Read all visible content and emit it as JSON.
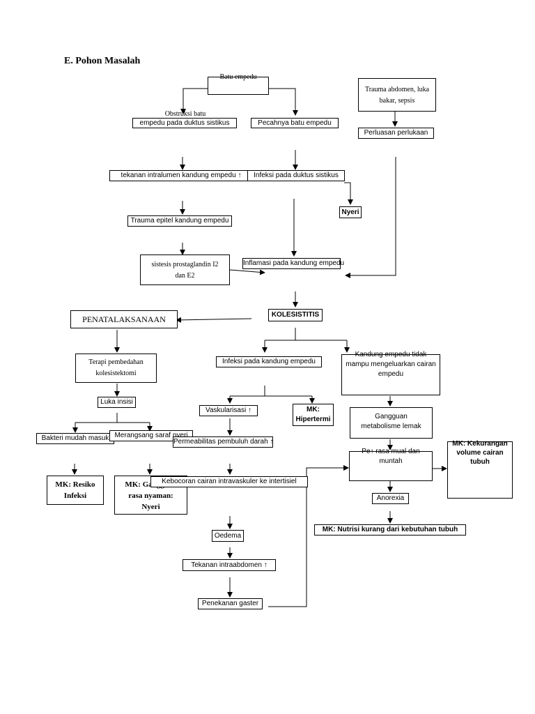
{
  "title": "E. Pohon Masalah",
  "nodes": {
    "batu_empedu": "Batu empedu",
    "obstruksi_line1": "Obstruksi batu",
    "obstruksi_line2": "empedu pada duktus sistikus",
    "pecahnya": "Pecahnya batu empedu",
    "trauma_abdomen": "Trauma abdomen, luka bakar, sepsis",
    "perluasan": "Perluasan perlukaan",
    "tekanan_intralumen": "tekanan intralumen kandung empedu",
    "infeksi_duktus": "Infeksi pada duktus sistikus",
    "nyeri": "Nyeri",
    "trauma_epitel": "Trauma epitel kandung empedu",
    "sistesis": "sistesis prostaglandin I2 dan E2",
    "inflamasi": "Inflamasi pada kandung empedu",
    "kolesistitis": "KOLESISTITIS",
    "penatalaksanaan": "PENATALAKSANAAN",
    "terapi": "Terapi pembedahan kolesistektomi",
    "infeksi_kandung": "Infeksi pada kandung empedu",
    "kandung_tidak": "Kandung empedu tidak mampu mengeluarkan cairan empedu",
    "luka_insisi": "Luka insisi",
    "vaskularisasi": "Vaskularisasi ↑",
    "mk_hipertermi": "MK: Hipertermi",
    "gangguan_metabolisme": "Gangguan metabolisme lemak",
    "bakteri": "Bakteri mudah masuk",
    "merangsang": "Merangsang saraf nyeri",
    "permeabilitas": "Permeabilitas pembuluh darah ↑",
    "pe_rasa_mual": "Pe↑ rasa mual dan muntah",
    "mk_kekurangan": "MK: Kekurangan volume cairan tubuh",
    "mk_resiko": "MK: Resiko Infeksi",
    "mk_gangguan": "MK: Gangguan rasa nyaman: Nyeri",
    "kebocoran": "Kebocoran cairan intravaskuler ke intertisiel",
    "anorexia": "Anorexia",
    "oedema": "Oedema",
    "mk_nutrisi": "MK: Nutrisi kurang dari kebutuhan tubuh",
    "tekanan_intraabdomen": "Tekanan intraabdomen ↑",
    "penekanan_gaster": "Penekanan gaster",
    "marker_up": "↑"
  }
}
